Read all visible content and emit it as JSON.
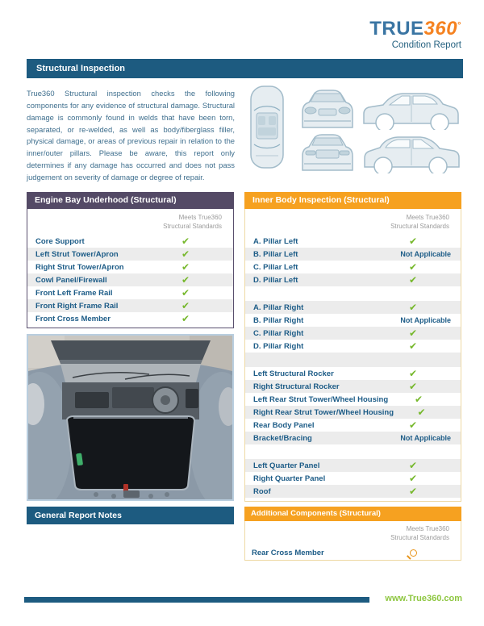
{
  "brand": {
    "name_primary": "TRUE",
    "name_accent": "360",
    "degree": "°",
    "subtitle": "Condition Report"
  },
  "section": {
    "title": "Structural Inspection"
  },
  "intro": {
    "text": "True360 Structural inspection checks the following components for any evidence of structural damage. Structural damage is commonly found in welds that have been torn, separated, or re-welded, as well as body/fiberglass filler, physical damage, or areas of previous repair in relation to the inner/outer pillars. Please be aware, this report only determines if any damage has occurred and does not pass judgement on severity of damage or degree of repair."
  },
  "labels": {
    "standards_line1": "Meets True360",
    "standards_line2": "Structural Standards",
    "not_applicable": "Not Applicable",
    "check_glyph": "✔"
  },
  "engine_bay_table": {
    "title": "Engine Bay Underhood (Structural)",
    "rows": [
      {
        "label": "Core Support",
        "status": "pass"
      },
      {
        "label": "Left Strut Tower/Apron",
        "status": "pass"
      },
      {
        "label": "Right Strut Tower/Apron",
        "status": "pass"
      },
      {
        "label": "Cowl Panel/Firewall",
        "status": "pass"
      },
      {
        "label": "Front Left Frame Rail",
        "status": "pass"
      },
      {
        "label": "Front Right Frame Rail",
        "status": "pass"
      },
      {
        "label": "Front Cross Member",
        "status": "pass"
      }
    ]
  },
  "inner_body_table": {
    "title": "Inner Body Inspection (Structural)",
    "rows": [
      {
        "label": "A. Pillar Left",
        "status": "pass"
      },
      {
        "label": "B. Pillar Left",
        "status": "not_applicable"
      },
      {
        "label": "C. Pillar Left",
        "status": "pass"
      },
      {
        "label": "D. Pillar Left",
        "status": "pass"
      },
      {
        "type": "spacer"
      },
      {
        "label": "A. Pillar Right",
        "status": "pass"
      },
      {
        "label": "B. Pillar Right",
        "status": "not_applicable"
      },
      {
        "label": "C. Pillar Right",
        "status": "pass"
      },
      {
        "label": "D. Pillar Right",
        "status": "pass"
      },
      {
        "type": "spacer"
      },
      {
        "label": "Left Structural Rocker",
        "status": "pass"
      },
      {
        "label": "Right Structural Rocker",
        "status": "pass"
      },
      {
        "label": "Left Rear Strut Tower/Wheel Housing",
        "status": "pass"
      },
      {
        "label": "Right Rear Strut Tower/Wheel Housing",
        "status": "pass"
      },
      {
        "label": "Rear Body Panel",
        "status": "pass"
      },
      {
        "label": "Bracket/Bracing",
        "status": "not_applicable"
      },
      {
        "type": "spacer"
      },
      {
        "label": "Left Quarter Panel",
        "status": "pass"
      },
      {
        "label": "Right Quarter Panel",
        "status": "pass"
      },
      {
        "label": "Roof",
        "status": "pass"
      }
    ]
  },
  "general_notes": {
    "title": "General Report Notes"
  },
  "additional_table": {
    "title": "Additional Components (Structural)",
    "rows": [
      {
        "label": "Rear Cross Member",
        "status": "inspect"
      }
    ]
  },
  "footer": {
    "website": "www.True360.com"
  },
  "colors": {
    "navy": "#1d5b80",
    "purple": "#544a66",
    "orange": "#f6a120",
    "check_green": "#76b82c",
    "link_green": "#8dc63f",
    "row_shade": "#ececec",
    "label_blue": "#1d5c87"
  }
}
